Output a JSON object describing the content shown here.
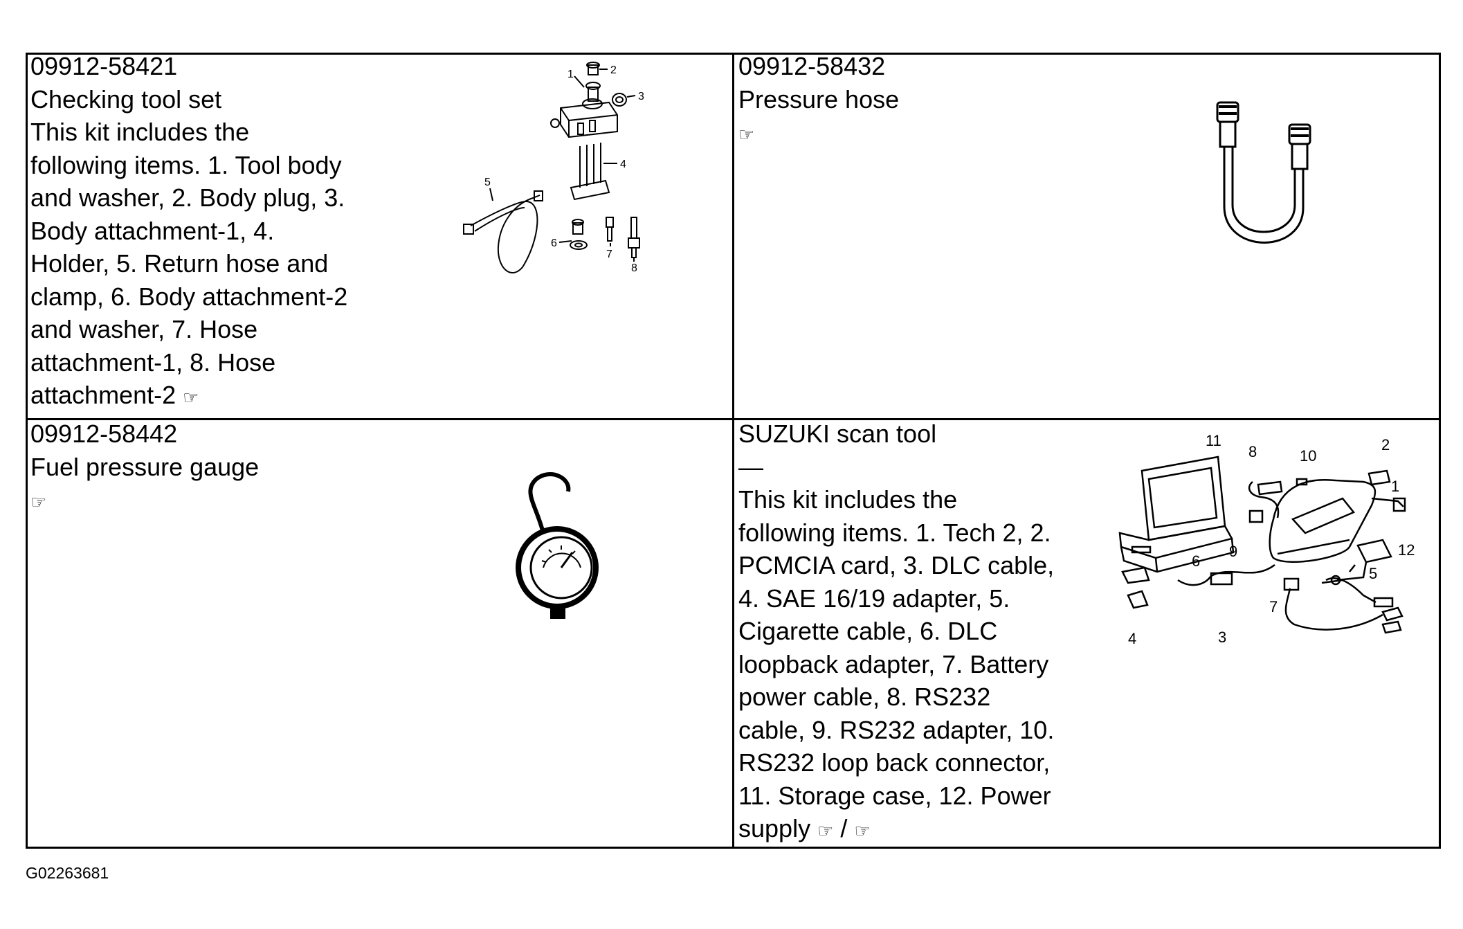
{
  "cells": [
    {
      "part_number": "09912-58421",
      "name": "Checking tool set",
      "description_lines": [
        "This kit includes the",
        "following items. 1. Tool body",
        "and washer, 2. Body plug, 3.",
        "Body attachment-1, 4.",
        "Holder, 5. Return hose and",
        "clamp, 6. Body attachment-2",
        "and washer, 7. Hose",
        "attachment-1, 8. Hose",
        "attachment-2"
      ],
      "ref_icon": "pointing-hand-icon",
      "callouts": [
        "1",
        "2",
        "3",
        "4",
        "5",
        "6",
        "7",
        "8"
      ]
    },
    {
      "part_number": "09912-58432",
      "name": "Pressure hose",
      "ref_icon": "pointing-hand-icon"
    },
    {
      "part_number": "09912-58442",
      "name": "Fuel pressure gauge",
      "ref_icon": "pointing-hand-icon"
    },
    {
      "part_number": "SUZUKI scan tool",
      "name": "—",
      "description_lines": [
        "This kit includes the",
        "following items. 1. Tech 2, 2.",
        "PCMCIA card, 3. DLC cable,",
        "4. SAE 16/19 adapter, 5.",
        "Cigarette cable, 6. DLC",
        "loopback adapter, 7. Battery",
        "power cable, 8. RS232",
        "cable, 9. RS232 adapter, 10.",
        "RS232 loop back connector,",
        "11. Storage case, 12. Power",
        "supply"
      ],
      "ref_separator": "/",
      "ref_icon": "pointing-hand-icon",
      "callouts": [
        "1",
        "2",
        "3",
        "4",
        "5",
        "6",
        "7",
        "8",
        "9",
        "10",
        "11",
        "12"
      ]
    }
  ],
  "figure_id": "G02263681"
}
